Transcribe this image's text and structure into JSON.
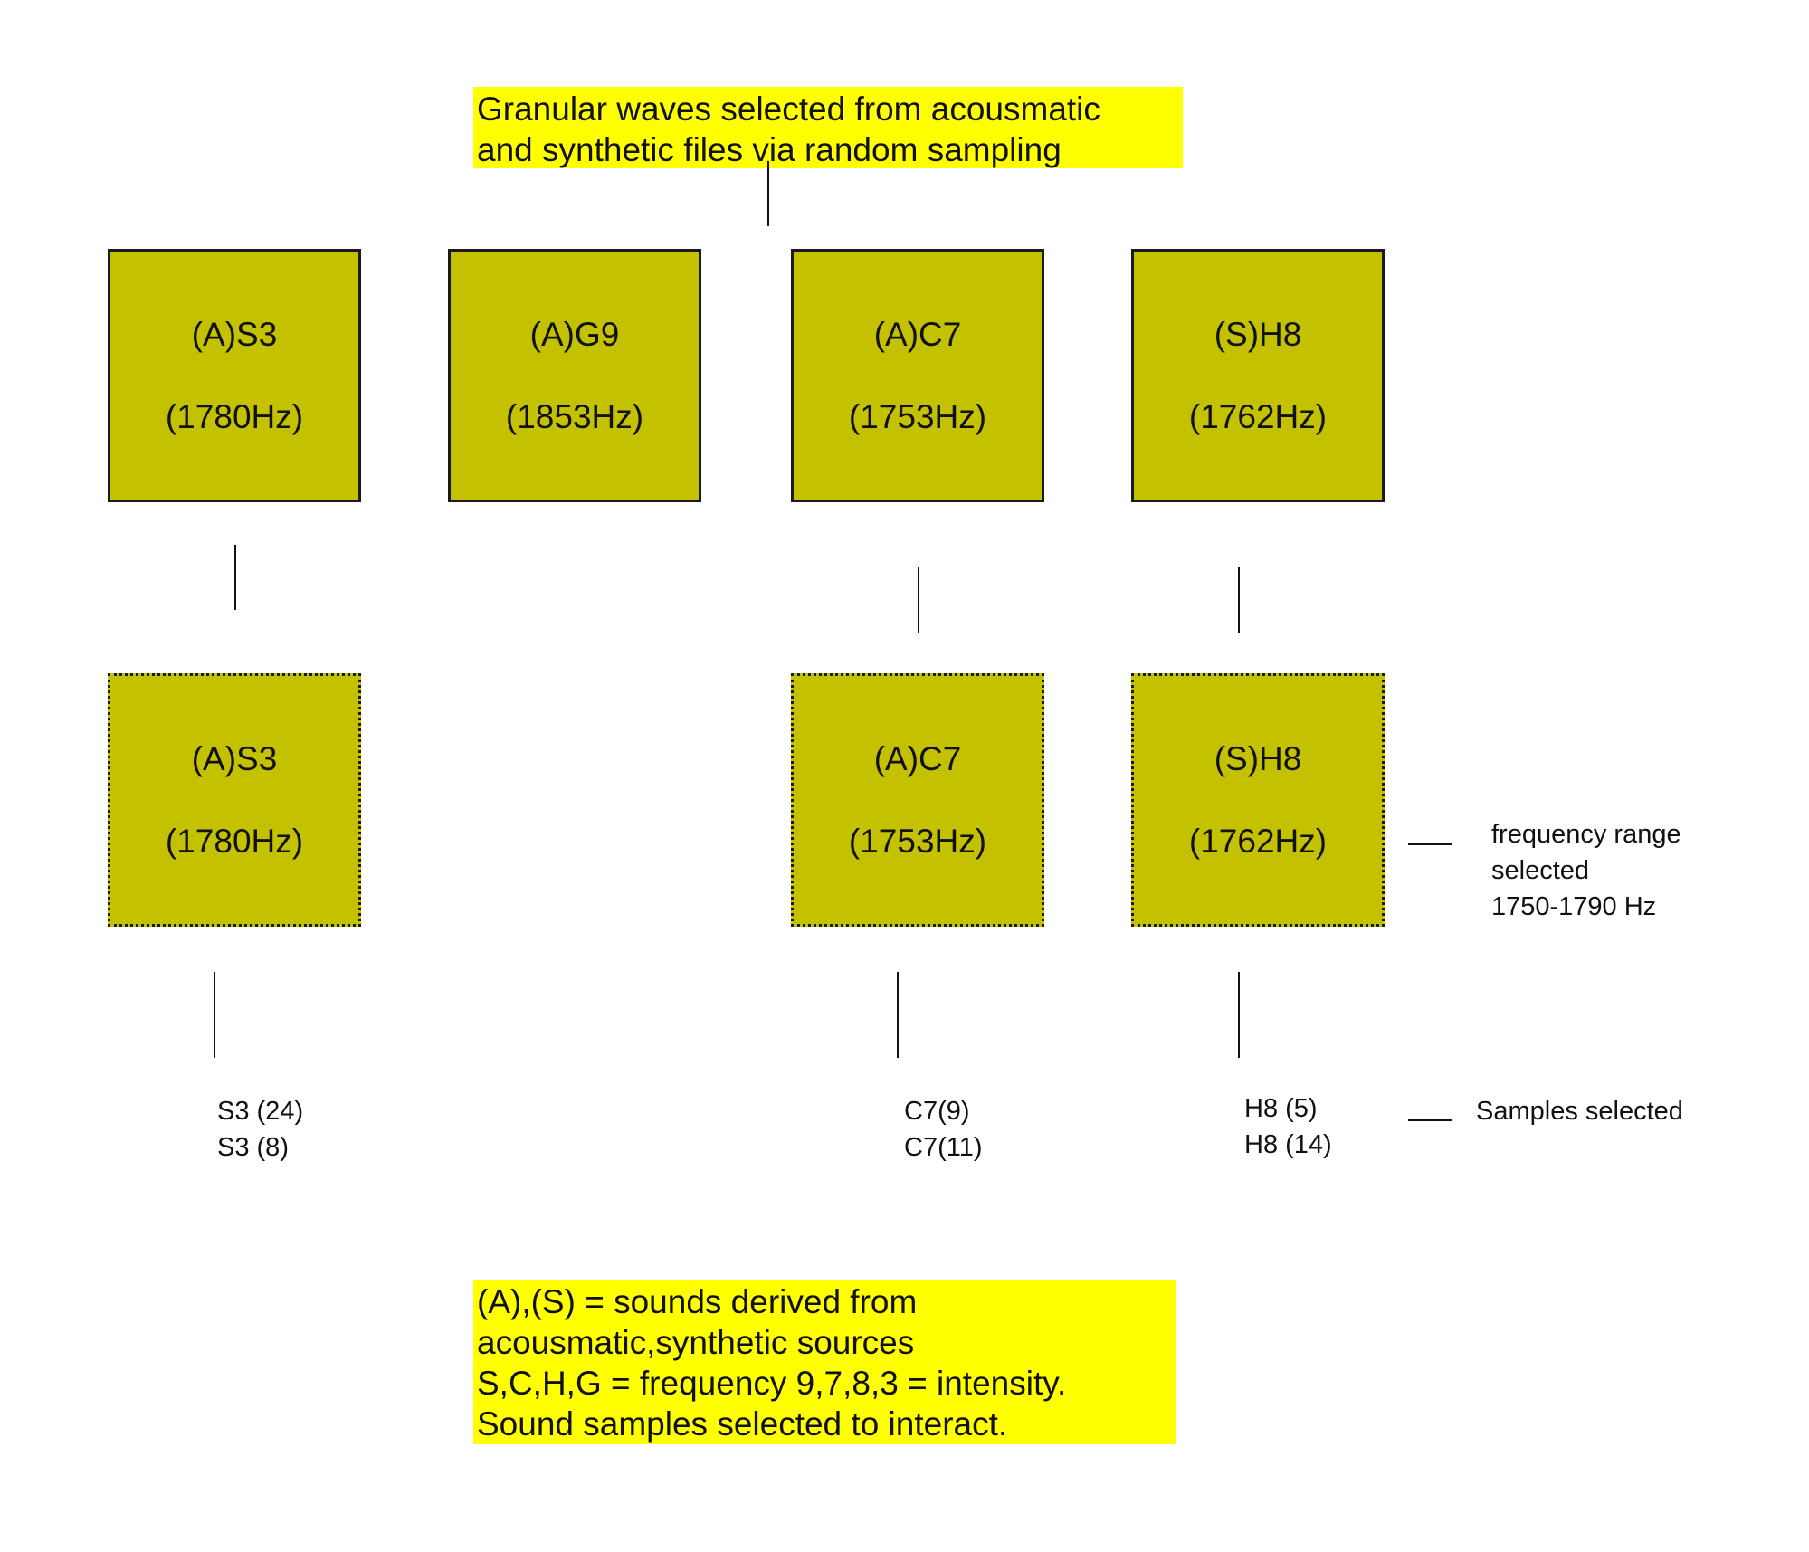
{
  "title_note": {
    "lines": [
      "Granular waves selected from acousmatic",
      "and synthetic files via random sampling"
    ]
  },
  "top_boxes": [
    {
      "name": "(A)S3",
      "freq": "(1780Hz)"
    },
    {
      "name": "(A)G9",
      "freq": "(1853Hz)"
    },
    {
      "name": "(A)C7",
      "freq": "(1753Hz)"
    },
    {
      "name": "(S)H8",
      "freq": "(1762Hz)"
    }
  ],
  "selected_boxes": [
    {
      "name": "(A)S3",
      "freq": "(1780Hz)"
    },
    {
      "name": "(A)C7",
      "freq": "(1753Hz)"
    },
    {
      "name": "(S)H8",
      "freq": "(1762Hz)"
    }
  ],
  "samples": [
    {
      "lines": [
        "S3 (24)",
        "S3 (8)"
      ]
    },
    {
      "lines": [
        "C7(9)",
        "C7(11)"
      ]
    },
    {
      "lines": [
        "H8 (5)",
        "H8 (14)"
      ]
    }
  ],
  "frequency_label": {
    "lines": [
      "frequency range",
      "selected",
      "1750-1790 Hz"
    ]
  },
  "samples_label": "Samples selected",
  "legend_note": {
    "lines": [
      "(A),(S) = sounds derived from",
      "acousmatic,synthetic sources",
      "S,C,H,G = frequency 9,7,8,3 = intensity.",
      "Sound samples selected to interact."
    ]
  }
}
